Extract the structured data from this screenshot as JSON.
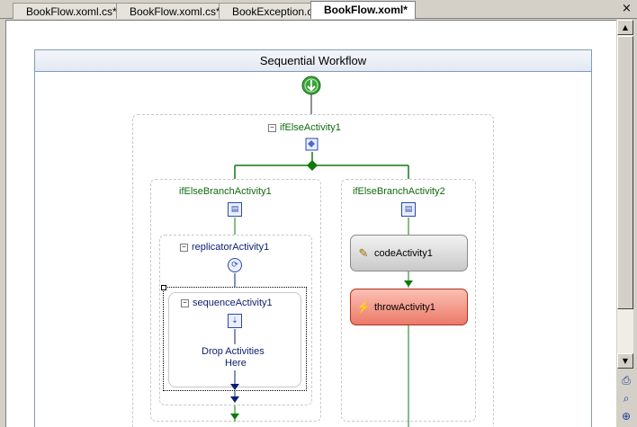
{
  "tabs": [
    {
      "label": "BookFlow.xoml.cs*",
      "active": false
    },
    {
      "label": "BookFlow.xoml.cs*",
      "active": false
    },
    {
      "label": "BookException.cs",
      "active": false
    },
    {
      "label": "BookFlow.xoml*",
      "active": true
    }
  ],
  "tabbar": {
    "close_glyph": "×"
  },
  "workflow": {
    "title": "Sequential Workflow",
    "ifelse": {
      "label": "ifElseActivity1"
    },
    "branch1": {
      "label": "ifElseBranchActivity1"
    },
    "branch2": {
      "label": "ifElseBranchActivity2"
    },
    "replicator": {
      "label": "replicatorActivity1"
    },
    "sequence": {
      "label": "sequenceActivity1",
      "drop_text_1": "Drop Activities",
      "drop_text_2": "Here"
    },
    "code": {
      "label": "codeActivity1"
    },
    "throw": {
      "label": "throwActivity1"
    },
    "collapse_glyph": "−"
  },
  "scrollbar": {
    "up_glyph": "▲",
    "down_glyph": "▼"
  },
  "tools": {
    "glyph_1": "⎙",
    "glyph_2": "⌕",
    "glyph_3": "⊕"
  },
  "colors": {
    "start_green": "#3aa33a",
    "diamond_green": "#0d7a0d",
    "wire_navy": "#0a1f6e",
    "throw_red": "#f08070",
    "code_gray": "#d6d6d6"
  }
}
